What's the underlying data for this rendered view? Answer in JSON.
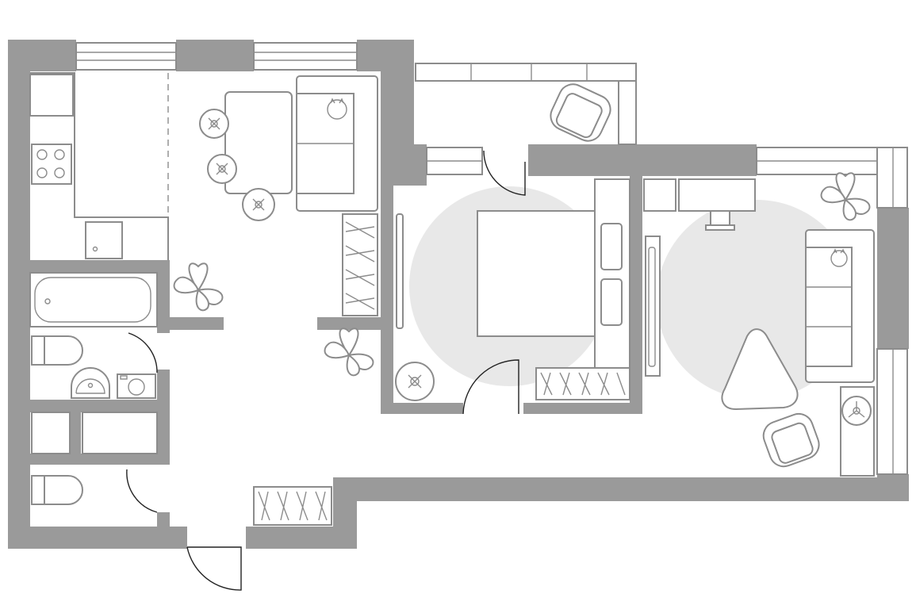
{
  "plan": {
    "colors": {
      "wall": "#9a9a9a",
      "line": "#8c8c8c",
      "rug": "#e8e8e8",
      "background": "#ffffff"
    },
    "rooms": [
      {
        "id": "kitchen-living",
        "furniture": [
          "kitchen-counter-icon",
          "stove-icon",
          "sink-icon",
          "dining-table-icon",
          "chair-icon",
          "sofa-icon",
          "cat-icon",
          "wardrobe-icon",
          "plant-icon"
        ]
      },
      {
        "id": "bathroom",
        "furniture": [
          "bathtub-icon",
          "toilet-icon",
          "washbasin-icon",
          "washing-machine-icon"
        ]
      },
      {
        "id": "storage",
        "furniture": [
          "shelf-icon"
        ]
      },
      {
        "id": "wc",
        "furniture": [
          "toilet-icon"
        ]
      },
      {
        "id": "hallway",
        "furniture": [
          "shoe-rack-icon",
          "plant-icon"
        ]
      },
      {
        "id": "balcony",
        "furniture": [
          "armchair-icon"
        ]
      },
      {
        "id": "bedroom",
        "furniture": [
          "double-bed-icon",
          "wardrobe-icon",
          "chair-icon",
          "rug-icon"
        ]
      },
      {
        "id": "living-room",
        "furniture": [
          "sofa-icon",
          "cat-icon",
          "desk-icon",
          "office-chair-icon",
          "coffee-table-icon",
          "armchair-icon",
          "plant-icon",
          "cabinet-icon",
          "rug-icon"
        ]
      }
    ]
  }
}
